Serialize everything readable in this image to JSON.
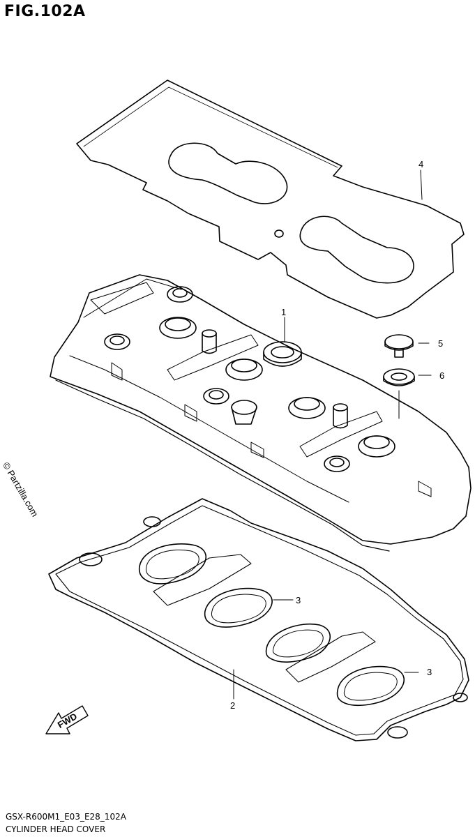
{
  "figure": {
    "title": "FIG.102A",
    "code": "GSX-R600M1_E03_E28_102A",
    "caption": "CYLINDER HEAD COVER",
    "watermark": "© Partzilla.com",
    "fwd_label": "FWD"
  },
  "callouts": [
    {
      "id": "1",
      "label": "1"
    },
    {
      "id": "2",
      "label": "2"
    },
    {
      "id": "3a",
      "label": "3"
    },
    {
      "id": "3b",
      "label": "3"
    },
    {
      "id": "4",
      "label": "4"
    },
    {
      "id": "5",
      "label": "5"
    },
    {
      "id": "6",
      "label": "6"
    }
  ]
}
